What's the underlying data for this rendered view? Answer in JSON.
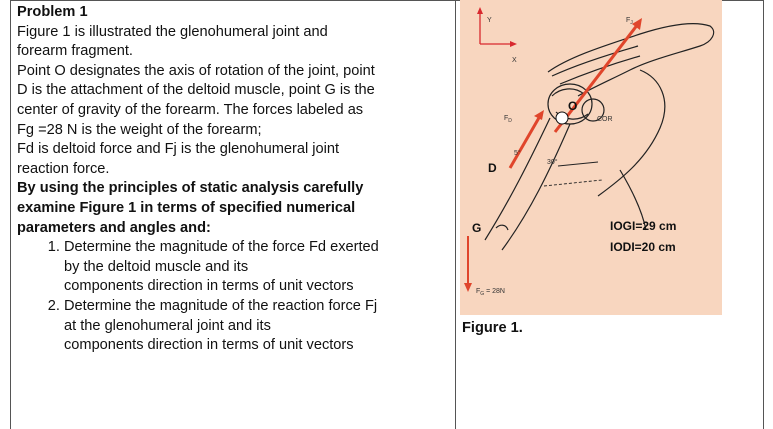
{
  "problem": {
    "title": "Problem 1",
    "intro": [
      "Figure 1 is illustrated the glenohumeral joint and",
      "forearm fragment.",
      "Point O designates the axis of rotation of the joint, point",
      "D is the attachment of the deltoid muscle, point G is the",
      "center of gravity of the forearm. The forces labeled as",
      "Fg =28 N is the weight of the forearm;",
      "Fd is deltoid force and Fj is  the glenohumeral joint",
      "reaction force."
    ],
    "instruction": [
      "By using  the principles of static analysis carefully",
      "examine  Figure 1 in terms of specified numerical",
      "parameters and angles and:"
    ],
    "tasks": [
      [
        "Determine the magnitude of the force Fd exerted",
        "by the deltoid muscle   and its",
        "components direction in terms of unit vectors"
      ],
      [
        "Determine the magnitude of the reaction force Fj",
        "at the glenohumeral joint and its",
        "components direction in terms of unit vectors"
      ]
    ]
  },
  "figure": {
    "caption": "Figure 1.",
    "axis_y": "Y",
    "axis_x": "X",
    "label_fj": "F",
    "label_fj_sub": "J",
    "label_o": "O",
    "label_cor": "COR",
    "label_fd": "F",
    "label_fd_sub": "D",
    "label_d": "D",
    "label_g": "G",
    "angle_5": "5°",
    "angle_30": "30°",
    "label_fg": "F",
    "label_fg_sub": "G",
    "label_fg_value": " = 28N",
    "iogi": "IOGI=29 cm",
    "iodi": "IODI=20 cm"
  },
  "colors": {
    "figure_bg": "#f8d6bf",
    "force_red": "#e0452b",
    "axis_red": "#d8282e"
  }
}
